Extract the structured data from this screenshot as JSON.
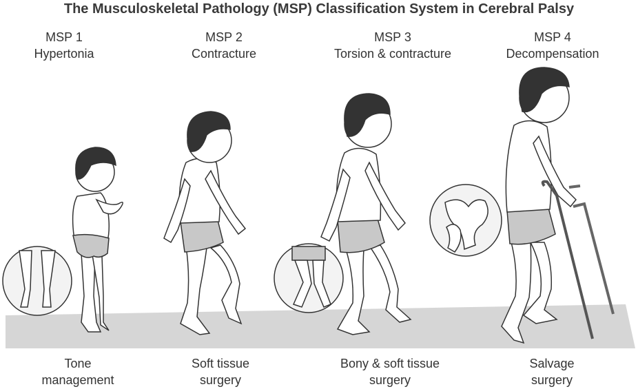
{
  "title": "The Musculoskeletal Pathology (MSP) Classification System in Cerebral Palsy",
  "stages": [
    {
      "code": "MSP 1",
      "name": "Hypertonia",
      "treatment_line1": "Tone",
      "treatment_line2": "management"
    },
    {
      "code": "MSP 2",
      "name": "Contracture",
      "treatment_line1": "Soft tissue",
      "treatment_line2": "surgery"
    },
    {
      "code": "MSP 3",
      "name": "Torsion & contracture",
      "treatment_line1": "Bony & soft tissue",
      "treatment_line2": "surgery"
    },
    {
      "code": "MSP 4",
      "name": "Decompensation",
      "treatment_line1": "Salvage",
      "treatment_line2": "surgery"
    }
  ]
}
